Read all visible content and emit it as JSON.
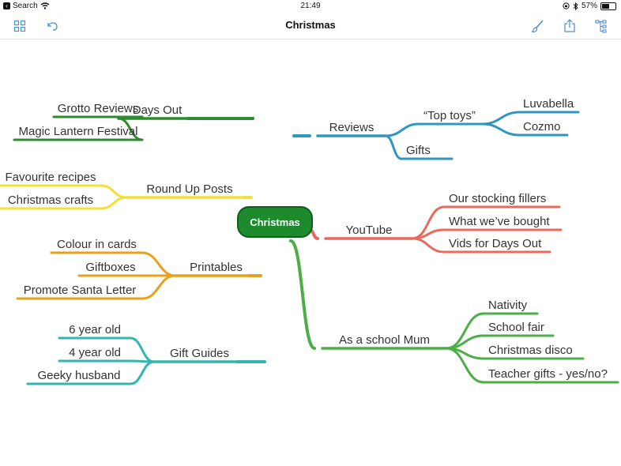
{
  "status": {
    "back_label": "Search",
    "time": "21:49",
    "battery": "57%",
    "battery_level": 0.57
  },
  "toolbar": {
    "title": "Christmas",
    "icons": [
      "grid-icon",
      "undo-icon",
      "brush-icon",
      "share-icon",
      "outline-icon"
    ]
  },
  "mindmap": {
    "root": "Christmas",
    "root_color": "#1e8a2e",
    "branches": [
      {
        "label": "Days Out",
        "color": "#2e8b2e",
        "children": [
          "Grotto Reviews",
          "Magic Lantern Festival"
        ]
      },
      {
        "label": "Round Up Posts",
        "color": "#f3df3a",
        "children": [
          "Favourite recipes",
          "Christmas crafts"
        ]
      },
      {
        "label": "Printables",
        "color": "#e6a21a",
        "children": [
          "Colour in cards",
          "Giftboxes",
          "Promote Santa Letter"
        ]
      },
      {
        "label": "Gift Guides",
        "color": "#33b5b0",
        "children": [
          "6 year old",
          "4 year old",
          "Geeky husband"
        ]
      },
      {
        "label": "Reviews",
        "color": "#2f97bf",
        "children": [
          {
            "label": "“Top toys”",
            "children": [
              "Luvabella",
              "Cozmo"
            ]
          },
          "Gifts"
        ]
      },
      {
        "label": "YouTube",
        "color": "#e86a5c",
        "children": [
          "Our stocking fillers",
          "What we’ve bought",
          "Vids for Days Out"
        ]
      },
      {
        "label": "As a school Mum",
        "color": "#4caf45",
        "children": [
          "Nativity",
          "School fair",
          "Christmas disco",
          "Teacher gifts - yes/no?"
        ]
      }
    ]
  }
}
